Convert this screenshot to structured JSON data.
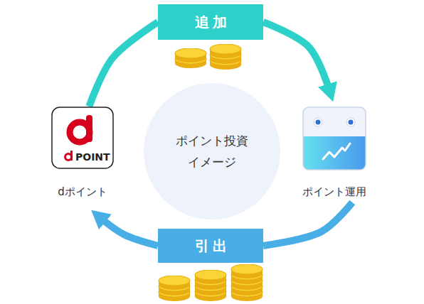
{
  "diagram": {
    "nodes": [
      {
        "text": [
          "追加"
        ]
      },
      {
        "text": [
          "POINT",
          "dポイント"
        ]
      },
      {
        "text": [
          "ポイント投資 イメージ"
        ]
      },
      {
        "text": [
          "ポイント運用"
        ]
      },
      {
        "text": [
          "引出"
        ]
      }
    ],
    "edges": [
      {
        "from": 1,
        "to": 0,
        "arrow": "none"
      },
      {
        "from": 0,
        "to": 3,
        "arrow": "to"
      },
      {
        "from": 3,
        "to": 4,
        "arrow": "none"
      },
      {
        "from": 4,
        "to": 1,
        "arrow": "to"
      }
    ]
  }
}
